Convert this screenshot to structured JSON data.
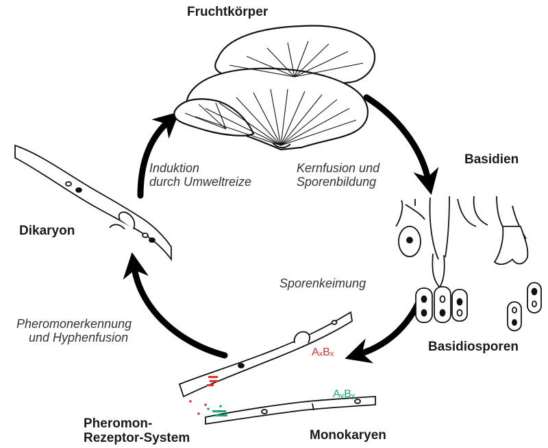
{
  "labels": {
    "fruchtkoerper": "Fruchtkörper",
    "basidien": "Basidien",
    "basidiosporen": "Basidiosporen",
    "dikaryon": "Dikaryon",
    "monokaryen": "Monokaryen",
    "pheromon_line1": "Pheromon-",
    "pheromon_line2": "Rezeptor-System"
  },
  "steps": {
    "induktion_line1": "Induktion",
    "induktion_line2": "durch Umweltreize",
    "kernfusion_line1": "Kernfusion und",
    "kernfusion_line2": "Sporenbildung",
    "sporenkeimung": "Sporenkeimung",
    "pheromonerkennung_line1": "Pheromonerkennung",
    "pheromonerkennung_line2": "und Hyphenfusion"
  },
  "mating_types": {
    "first": {
      "a": "A",
      "a_sub": "x",
      "b": "B",
      "b_sub": "x",
      "color": "#e0302a"
    },
    "second": {
      "a": "A",
      "a_sub": "y",
      "b": "B",
      "b_sub": "y",
      "color": "#1aa86a"
    }
  }
}
